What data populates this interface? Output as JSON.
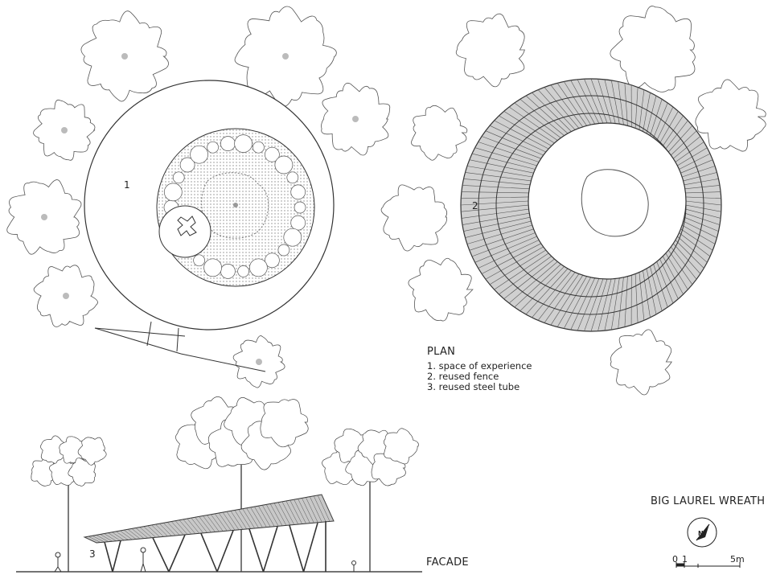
{
  "plan": {
    "title": "PLAN",
    "legend": [
      "1. space of experience",
      "2. reused fence",
      "3. reused steel tube"
    ],
    "markers": {
      "left_plan": "1",
      "right_plan": "2",
      "facade": "3"
    }
  },
  "facade": {
    "title": "FACADE"
  },
  "project": {
    "title": "BIG LAUREL WREATH"
  },
  "scale_bar": {
    "zero": "0",
    "one": "1",
    "five": "5m"
  },
  "north_arrow": {
    "letter": "N"
  },
  "colors": {
    "line": "#333333",
    "hatch": "#777777",
    "fill": "#bdbdbd"
  }
}
